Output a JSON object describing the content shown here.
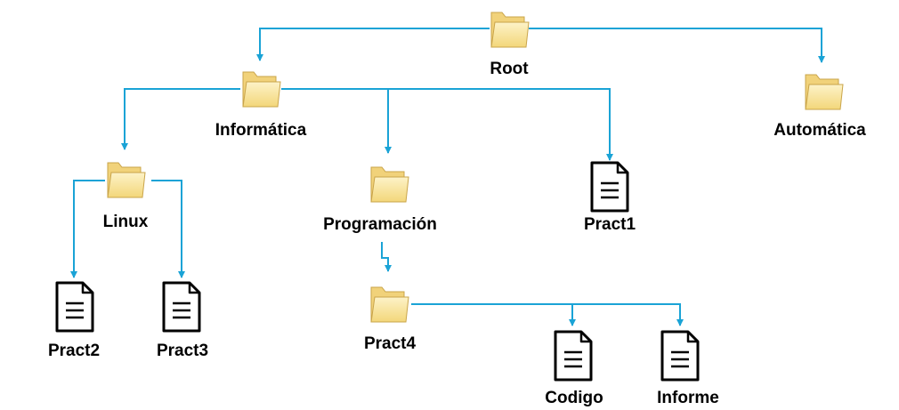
{
  "nodes": {
    "root": {
      "label": "Root",
      "kind": "folder"
    },
    "informatica": {
      "label": "Informática",
      "kind": "folder"
    },
    "automatica": {
      "label": "Automática",
      "kind": "folder"
    },
    "linux": {
      "label": "Linux",
      "kind": "folder"
    },
    "programacion": {
      "label": "Programación",
      "kind": "folder"
    },
    "pract1": {
      "label": "Pract1",
      "kind": "file"
    },
    "pract2": {
      "label": "Pract2",
      "kind": "file"
    },
    "pract3": {
      "label": "Pract3",
      "kind": "file"
    },
    "pract4": {
      "label": "Pract4",
      "kind": "folder"
    },
    "codigo": {
      "label": "Codigo",
      "kind": "file"
    },
    "informe": {
      "label": "Informe",
      "kind": "file"
    }
  },
  "edges": [
    [
      "root",
      "informatica"
    ],
    [
      "root",
      "automatica"
    ],
    [
      "informatica",
      "linux"
    ],
    [
      "informatica",
      "programacion"
    ],
    [
      "informatica",
      "pract1"
    ],
    [
      "linux",
      "pract2"
    ],
    [
      "linux",
      "pract3"
    ],
    [
      "programacion",
      "pract4"
    ],
    [
      "pract4",
      "codigo"
    ],
    [
      "pract4",
      "informe"
    ]
  ],
  "colors": {
    "connector": "#1aa3d6",
    "folder_fill": "#fbe7a3",
    "folder_stroke": "#c9a44a",
    "file_stroke": "#000000"
  }
}
